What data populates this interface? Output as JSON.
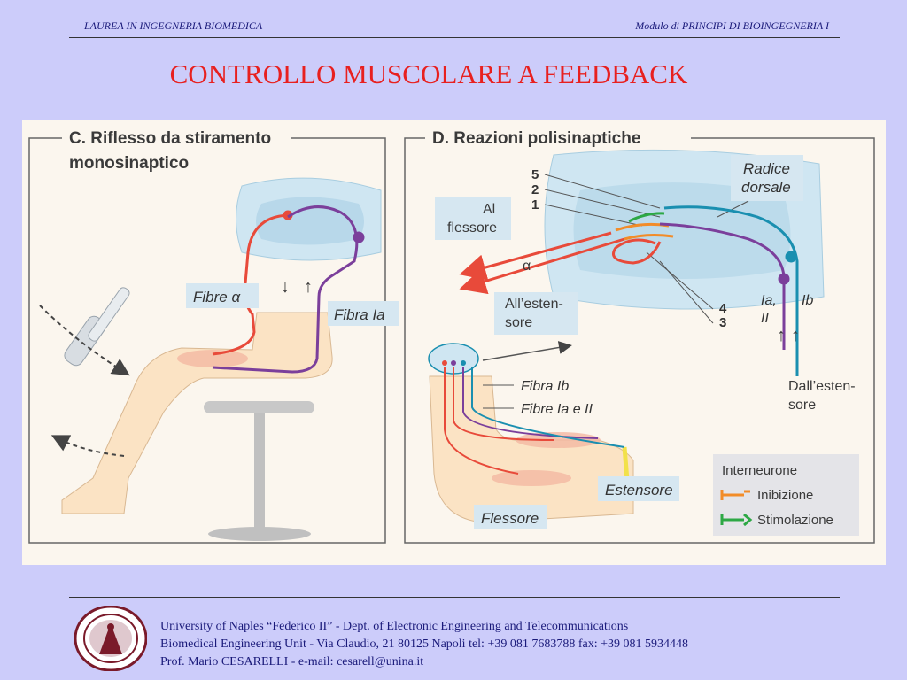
{
  "header": {
    "left": "LAUREA IN INGEGNERIA BIOMEDICA",
    "right": "Modulo di  PRINCIPI DI BIOINGEGNERIA I"
  },
  "title": "CONTROLLO MUSCOLARE A FEEDBACK",
  "diagram": {
    "panel_c": {
      "title_line1": "C. Riflesso da stiramento",
      "title_line2": "monosinaptico",
      "fibre_alpha": "Fibre α",
      "fibra_ia": "Fibra Ia"
    },
    "panel_d": {
      "title": "D. Reazioni polisinaptiche",
      "radice_line1": "Radice",
      "radice_line2": "dorsale",
      "al_flessore_line1": "Al",
      "al_flessore_line2": "flessore",
      "alpha": "α",
      "allestensore_line1": "All’esten-",
      "allestensore_line2": "sore",
      "num_5": "5",
      "num_2": "2",
      "num_1": "1",
      "num_4": "4",
      "num_3": "3",
      "ia_line1": "Ia,",
      "ia_line2": "II",
      "ib": "Ib",
      "dallestensore_line1": "Dall’esten-",
      "dallestensore_line2": "sore",
      "fibra_ib": "Fibra Ib",
      "fibre_ia_ii": "Fibre Ia e II",
      "estensore": "Estensore",
      "flessore": "Flessore",
      "legend_title": "Interneurone",
      "legend_inibizione": "Inibizione",
      "legend_stimolazione": "Stimolazione"
    },
    "colors": {
      "efferent_red": "#e84a3a",
      "afferent_purple": "#7b3f9b",
      "afferent_teal": "#1a8fb0",
      "inhibition_orange": "#f28c28",
      "stimulation_green": "#2da845",
      "spinal_cord": "#cfe6f2",
      "skin": "#fbe3c4"
    }
  },
  "footer": {
    "line1": "University of Naples “Federico II” - Dept. of Electronic Engineering and Telecommunications",
    "line2": "Biomedical Engineering Unit - Via Claudio, 21  80125 Napoli  tel: +39 081 7683788   fax: +39 081 5934448",
    "line3": "Prof. Mario CESARELLI - e-mail: cesarell@unina.it"
  },
  "seal": {
    "icon": "university-seal-icon"
  }
}
